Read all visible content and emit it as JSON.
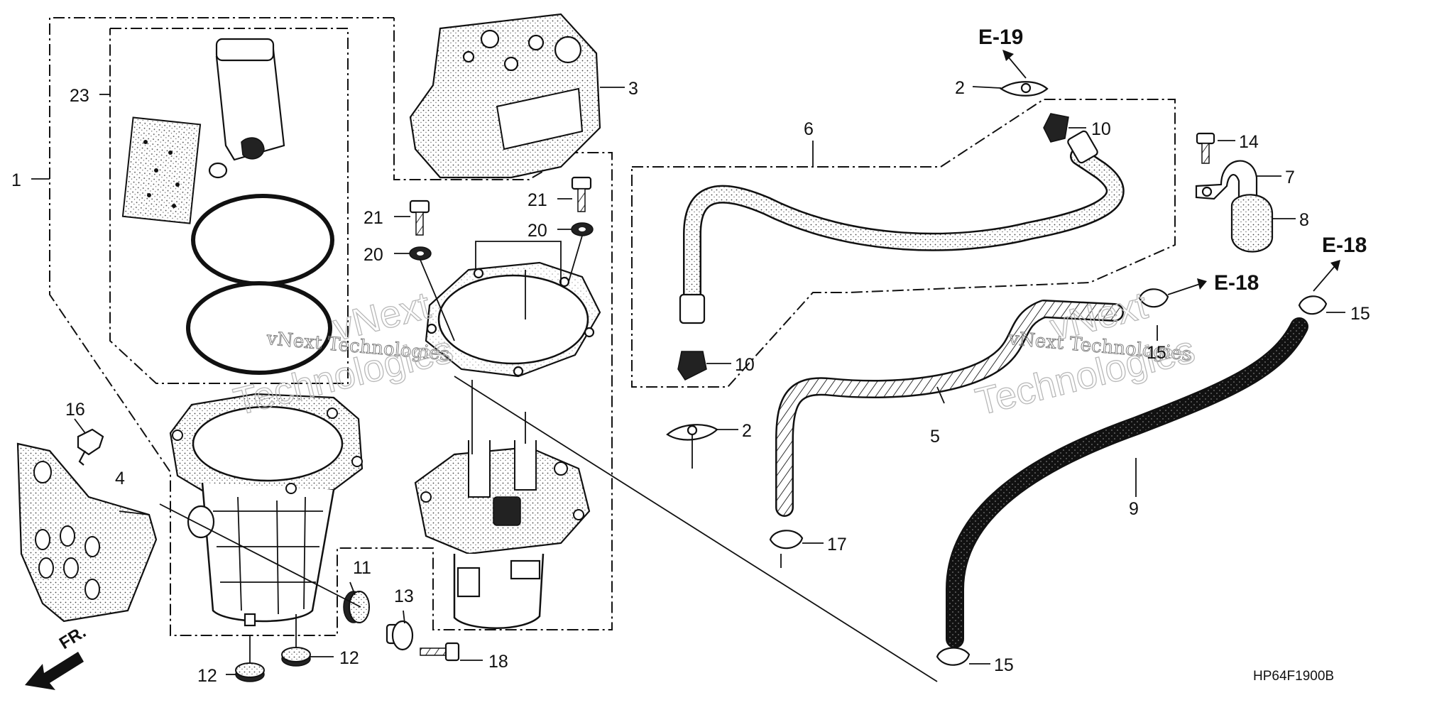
{
  "diagram": {
    "callouts": {
      "c1": "1",
      "c2a": "2",
      "c2b": "2",
      "c3": "3",
      "c4": "4",
      "c5": "5",
      "c6": "6",
      "c7": "7",
      "c8": "8",
      "c9": "9",
      "c10a": "10",
      "c10b": "10",
      "c11": "11",
      "c12a": "12",
      "c12b": "12",
      "c13": "13",
      "c14": "14",
      "c15a": "15",
      "c15b": "15",
      "c15c": "15",
      "c16": "16",
      "c17": "17",
      "c18": "18",
      "c20a": "20",
      "c20b": "20",
      "c21a": "21",
      "c21b": "21",
      "c23": "23"
    },
    "references": {
      "e19": "E-19",
      "e18a": "E-18",
      "e18b": "E-18"
    },
    "direction_label": "FR.",
    "diagram_code": "HP64F1900B",
    "watermarks": {
      "small_a": "vNext Technologies",
      "small_b": "vNext Technologies",
      "big_a1": "vNext",
      "big_a2": "Technologies",
      "big_b1": "vNext",
      "big_b2": "Technologies"
    }
  }
}
